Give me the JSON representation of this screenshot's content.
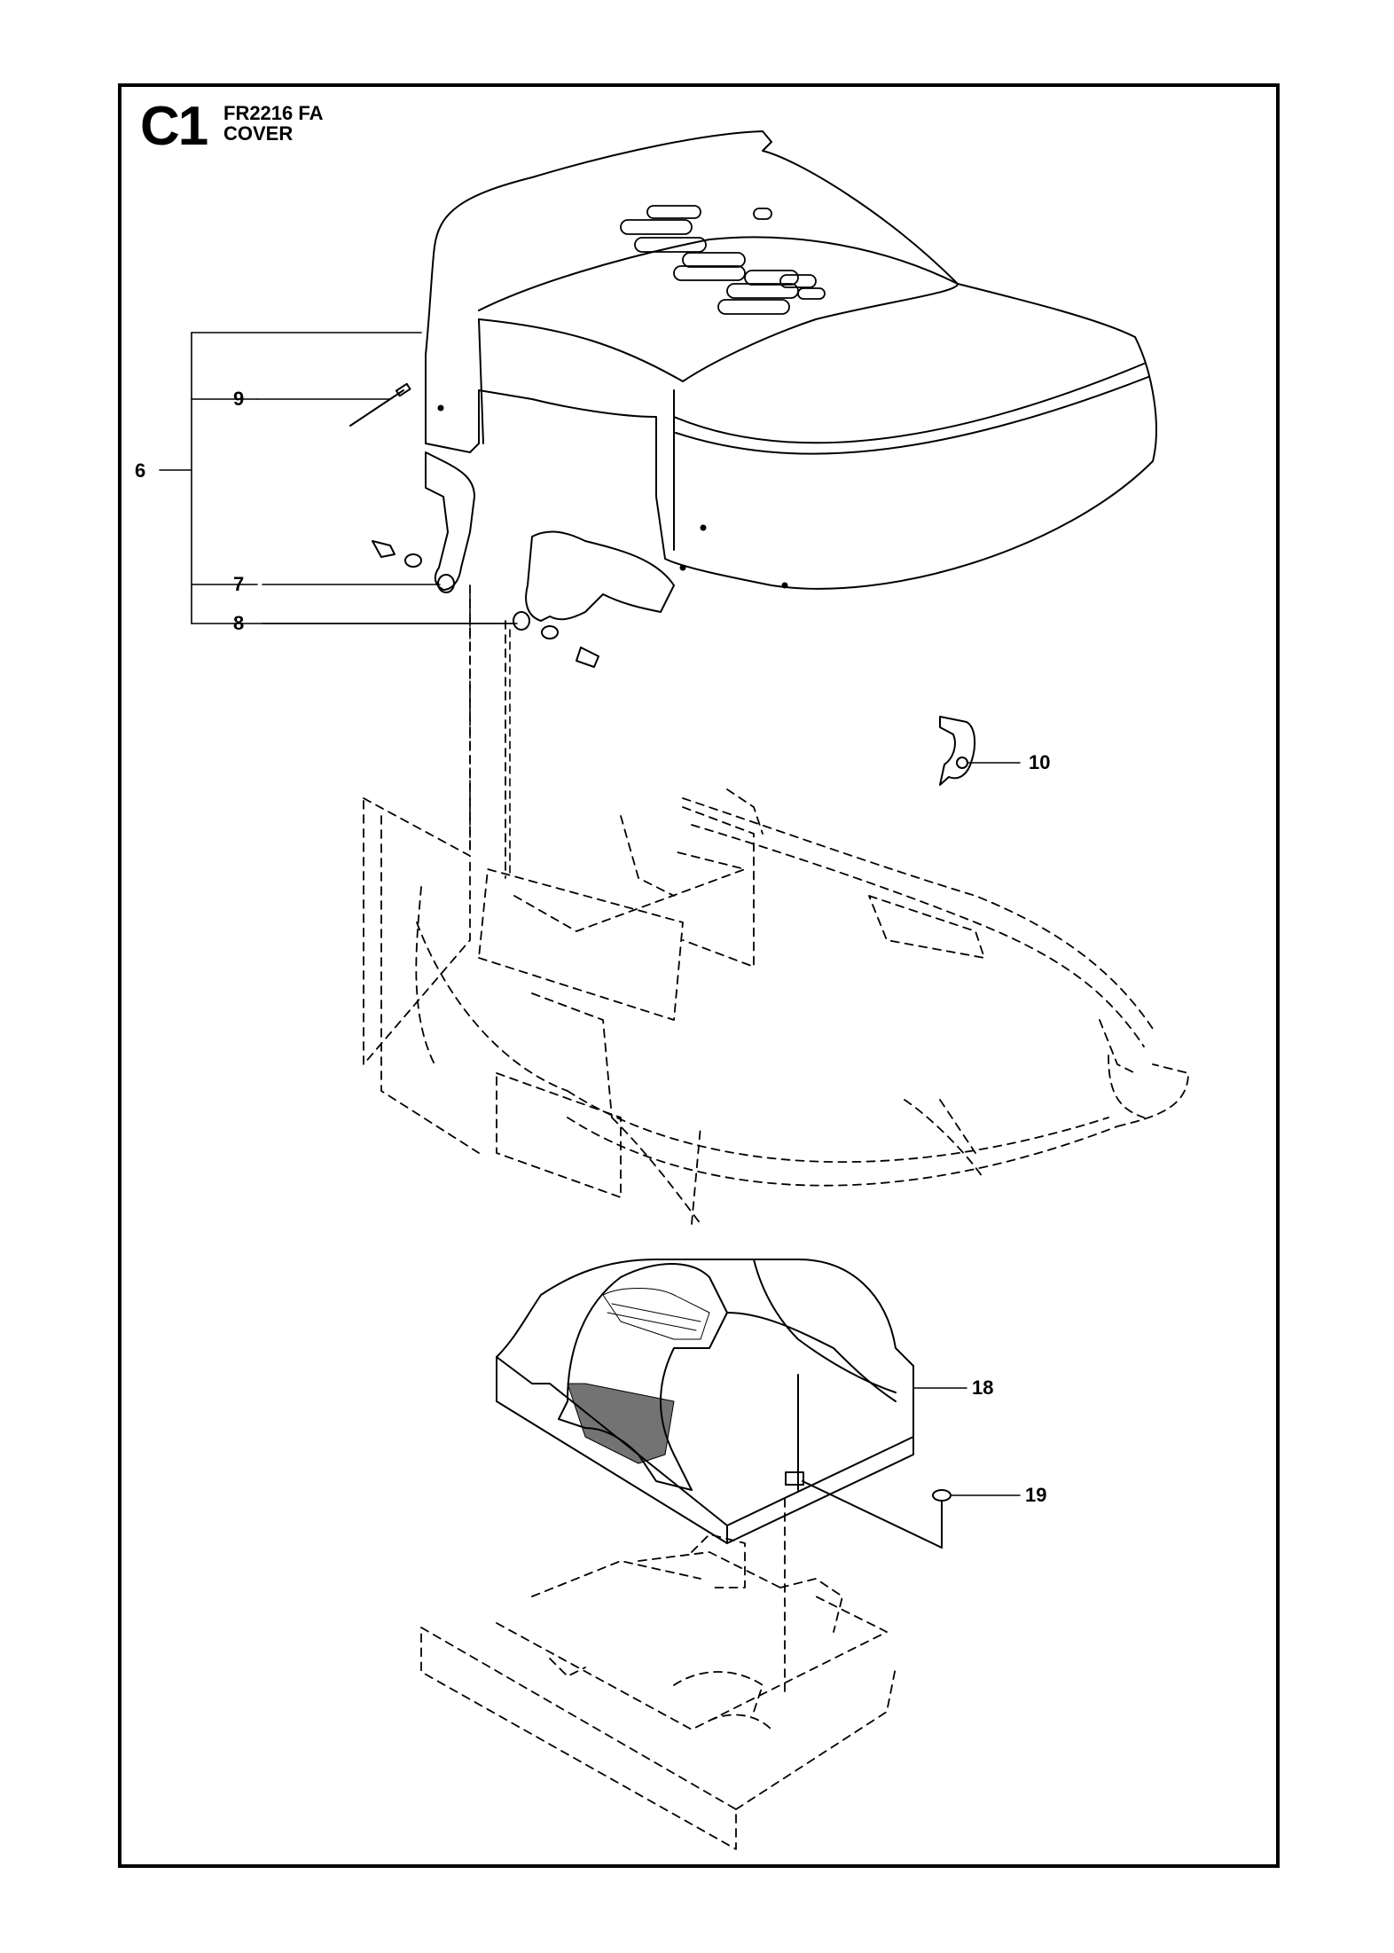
{
  "diagram": {
    "sheet_code": "C1",
    "model": "FR2216 FA",
    "section": "COVER",
    "callouts": [
      {
        "id": "c6",
        "label": "6"
      },
      {
        "id": "c7",
        "label": "7"
      },
      {
        "id": "c8",
        "label": "8"
      },
      {
        "id": "c9",
        "label": "9"
      },
      {
        "id": "c10",
        "label": "10"
      },
      {
        "id": "c18",
        "label": "18"
      },
      {
        "id": "c19",
        "label": "19"
      }
    ]
  }
}
